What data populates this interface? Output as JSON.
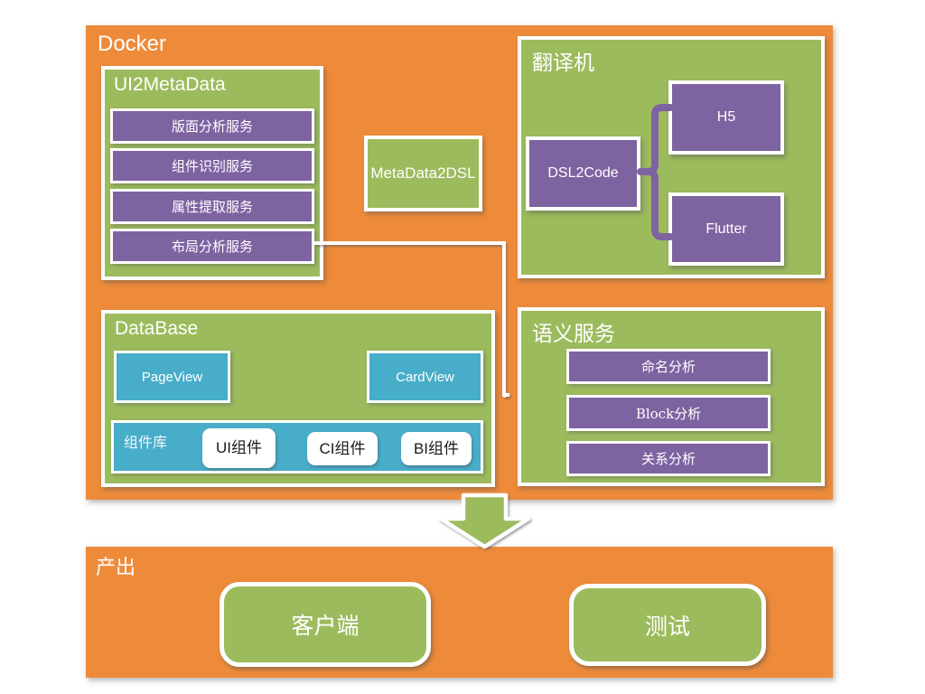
{
  "colors": {
    "orange": "#EE8B3A",
    "green": "#9CBB5D",
    "purple": "#7E63A1",
    "teal": "#47ADC9",
    "border_white": "#FFFFFF",
    "chip_text": "#1A1A1A"
  },
  "docker": {
    "title": "Docker",
    "ui2metadata": {
      "title": "UI2MetaData",
      "services": [
        "版面分析服务",
        "组件识别服务",
        "属性提取服务",
        "布局分析服务"
      ]
    },
    "metadata2dsl_label": "MetaData2DSL",
    "translator": {
      "title": "翻译机",
      "converter": "DSL2Code",
      "targets": [
        "H5",
        "Flutter"
      ]
    },
    "database": {
      "title": "DataBase",
      "views": [
        "PageView",
        "CardView"
      ],
      "component_library": {
        "label": "组件库",
        "components": [
          "UI组件",
          "CI组件",
          "BI组件"
        ]
      }
    },
    "semantic_service": {
      "title": "语义服务",
      "services": [
        "命名分析",
        "Block分析",
        "关系分析"
      ]
    }
  },
  "output": {
    "title": "产出",
    "items": [
      "客户端",
      "测试"
    ]
  },
  "connectors": {
    "ui2metadata_to_metadata2dsl": "arrow-right",
    "metadata2dsl_to_dsl2code": "arrow-right",
    "ui2metadata_database_sync": "arrow-both-vertical",
    "layout_service_to_semantic": "elbow-arrow-right",
    "translator_to_semantic": "arrow-down",
    "docker_to_output": "big-arrow-down",
    "dsl2code_to_targets": "brace"
  }
}
